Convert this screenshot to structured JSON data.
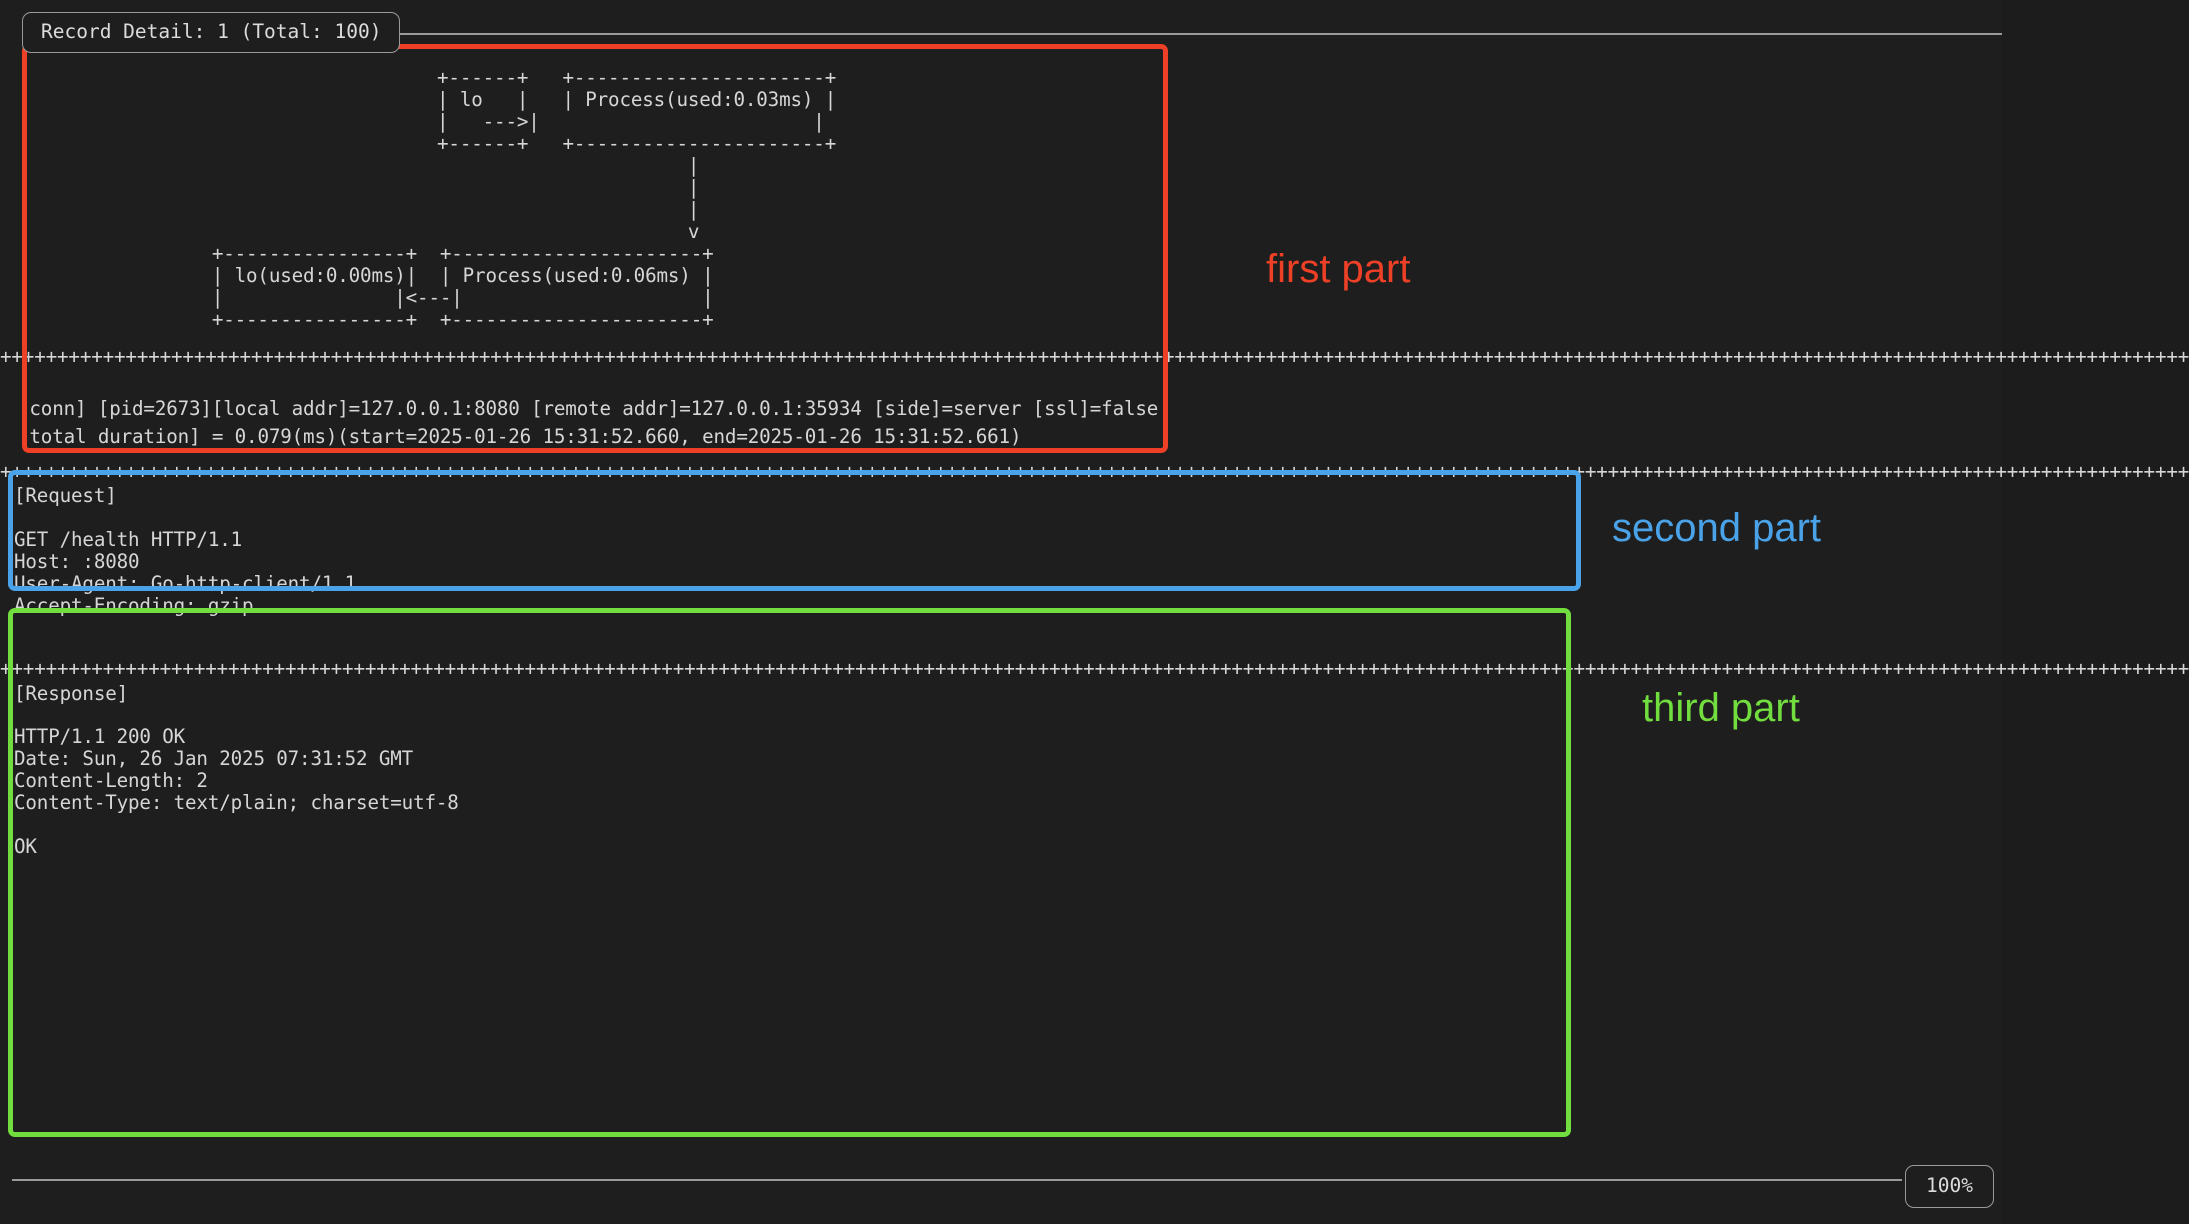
{
  "window": {
    "background_color": "#1e1e1e",
    "text_color": "#d6d6d6"
  },
  "header": {
    "title": "Record Detail: 1 (Total: 100)"
  },
  "footer": {
    "zoom_level": "100%"
  },
  "first_part": {
    "label": "first part",
    "color": "#ee4026",
    "diagram": "                +------+   +---------------------+\n                | lo   |   | Process(used:0.03ms) |\n                |   --->|   |                     |\n                +------+   +---------------------+\n                                      |\n                                      |\n                                      |\n                                      v\n     +-----------------+   +---------------------+\n     | lo(used:0.00ms) |   | Process(used:0.06ms)|\n     |              |<---|                       |\n     +-----------------+   +---------------------+"
  },
  "diagram_lines": {
    "l1": "               +------+   +----------------------+",
    "l2": "               | lo   |   | Process(used:0.03ms) |",
    "l3": "               |   --->|                        |",
    "l4": "               +------+   +----------------------+",
    "l5": "                                     |",
    "l6": "                                     |",
    "l7": "                                     |",
    "l8": "                                     v",
    "l9": "       +----------------+  +----------------------+",
    "l10": "       | lo(used:0.00ms)|  | Process(used:0.06ms) |",
    "l11": "       |               |<---|                     |",
    "l12": "       +----------------+  +----------------------+"
  },
  "second_part": {
    "label": "second part",
    "color": "#4aa3e8",
    "line1": "[conn] [pid=2673][local addr]=127.0.0.1:8080 [remote addr]=127.0.0.1:35934 [side]=server [ssl]=false",
    "line2": "[total duration] = 0.079(ms)(start=2025-01-26 15:31:52.660, end=2025-01-26 15:31:52.661)"
  },
  "third_part": {
    "label": "third part",
    "color": "#72dd3e",
    "request_heading": "[Request]",
    "request_lines": [
      "GET /health HTTP/1.1",
      "Host: :8080",
      "User-Agent: Go-http-client/1.1",
      "Accept-Encoding: gzip"
    ],
    "response_heading": "[Response]",
    "response_lines": [
      "HTTP/1.1 200 OK",
      "Date: Sun, 26 Jan 2025 07:31:52 GMT",
      "Content-Length: 2",
      "Content-Type: text/plain; charset=utf-8"
    ],
    "response_body": "OK"
  },
  "separators": {
    "char": "+",
    "top": "++++++++++++++++++++++++++++++++++++++++++++++++++++++++++++++++++++++++++++++++++++++++++++++++++++++++++++++++++++++++++++++++++++++++++++++++++++++++++++++++++++++++++++++++++++++++++++++++",
    "middle": "++++++++++++++++++++++++++++++++++++++++++++++++++++++++++++++++++++++++++++++++++++++++++++++++++++++++++++++++++++++++++++++++++++++++++++++++++++++++++++++++++++++++++++++++++++++++++++++++",
    "request_response": "++++++++++++++++++++++++++++++++++++++++++++++++++++++++++++++++++++++++++++++++++++++++++++++++++++++++++++++++++++++++++++++++++++++++++++++++++++++++++++++++++++++++++++++++++++++++++++++++"
  }
}
